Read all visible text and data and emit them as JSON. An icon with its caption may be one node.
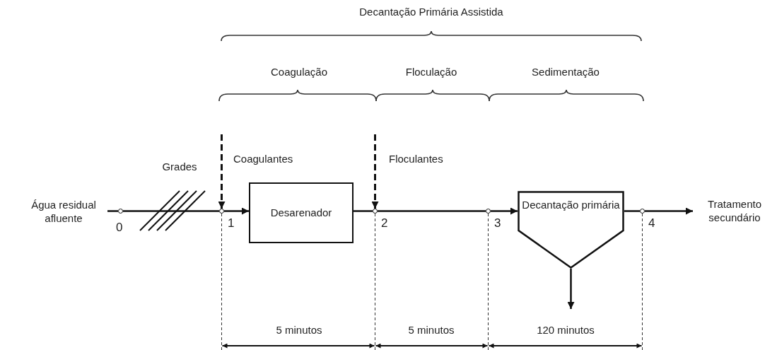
{
  "diagram": {
    "nodes": [
      {
        "text": [
          "Água residual afluente"
        ]
      },
      {
        "text": [],
        "shape": "circle",
        "beside": [
          "0"
        ]
      },
      {
        "text": [],
        "shape": "circle",
        "beside": [
          "1"
        ]
      },
      {
        "text": [
          "Desarenador"
        ]
      },
      {
        "text": [],
        "shape": "circle",
        "beside": [
          "2"
        ]
      },
      {
        "text": [],
        "shape": "circle",
        "beside": [
          "3"
        ]
      },
      {
        "text": [
          "Decantação primária"
        ]
      },
      {
        "text": [],
        "shape": "circle",
        "beside": [
          "4"
        ]
      },
      {
        "text": [
          "Tratamento secundário"
        ]
      }
    ],
    "edges": [
      {
        "from": 0,
        "to": 1,
        "arrow": "none"
      },
      {
        "from": 1,
        "to": 2,
        "arrow": "none"
      },
      {
        "from": 2,
        "to": 3,
        "arrow": "to"
      },
      {
        "from": 3,
        "to": 4,
        "arrow": "none"
      },
      {
        "from": 4,
        "to": 5,
        "arrow": "none"
      },
      {
        "from": 5,
        "to": 6,
        "arrow": "to"
      },
      {
        "from": 6,
        "to": 7,
        "arrow": "none"
      },
      {
        "from": 7,
        "to": 8,
        "arrow": "to"
      },
      {
        "from": null,
        "to": 2,
        "arrow": "to",
        "style": "dashed"
      },
      {
        "from": null,
        "to": 4,
        "arrow": "to",
        "style": "dashed"
      },
      {
        "from": 6,
        "to": null,
        "arrow": "to"
      }
    ],
    "labels": [
      "Decantação Primária Assistida",
      "Coagulação",
      "Floculação",
      "Sedimentação",
      "Grades",
      "Coagulantes",
      "Floculantes",
      "5 minutos",
      "5 minutos",
      "120 minutos"
    ]
  }
}
